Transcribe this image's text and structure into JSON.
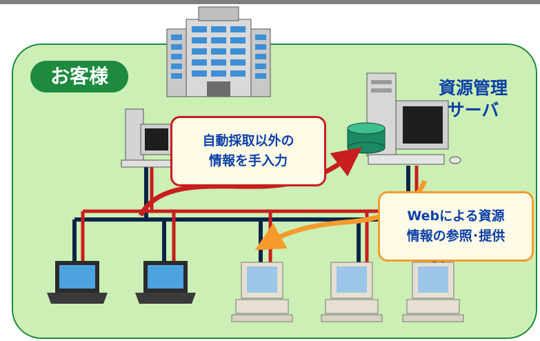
{
  "customer_label": "お客様",
  "server_label": [
    "資源管理",
    "サーバ"
  ],
  "callout_manual": [
    "自動採取以外の",
    "情報を手入力"
  ],
  "callout_web": [
    "Webによる資源",
    "情報の参照･提供"
  ],
  "colors": {
    "area_fill": "#ccefb5",
    "area_border": "#1d8a3e",
    "network_line": "#0b2548",
    "manual_flow": "#c81e1e",
    "web_flow": "#f59b2b",
    "label_text": "#0b3fa8"
  }
}
